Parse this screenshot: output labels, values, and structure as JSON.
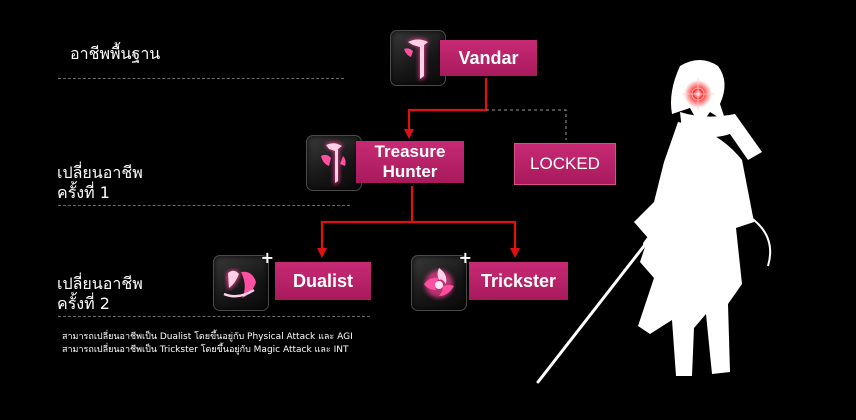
{
  "tiers": {
    "base": "อาชีพพื้นฐาน",
    "first_line1": "เปลี่ยนอาชีพ",
    "first_line2": "ครั้งที่ 1",
    "second_line1": "เปลี่ยนอาชีพ",
    "second_line2": "ครั้งที่ 2"
  },
  "jobs": {
    "vandar": {
      "name": "Vandar",
      "icon": "vandar-class-icon"
    },
    "treasure_hunter": {
      "name_line1": "Treasure",
      "name_line2": "Hunter",
      "icon": "treasure-hunter-class-icon"
    },
    "dualist": {
      "name": "Dualist",
      "icon": "dualist-class-icon",
      "badge": "+"
    },
    "trickster": {
      "name": "Trickster",
      "icon": "trickster-class-icon",
      "badge": "+"
    }
  },
  "locked": {
    "label": "LOCKED"
  },
  "notes": [
    "สามารถเปลี่ยนอาชีพเป็น Dualist โดยขึ้นอยู่กับ Physical Attack และ AGI",
    "สามารถเปลี่ยนอาชีพเป็น Trickster โดยขึ้นอยู่กับ Magic Attack และ INT"
  ],
  "colors": {
    "background": "#000000",
    "name_plate": "#b82266",
    "connector": "#e01010",
    "icon_glow": "#ff3c96",
    "dashed_line": "#6a6a6a",
    "silhouette": "#ffffff",
    "eye": "#ff2a2a"
  }
}
